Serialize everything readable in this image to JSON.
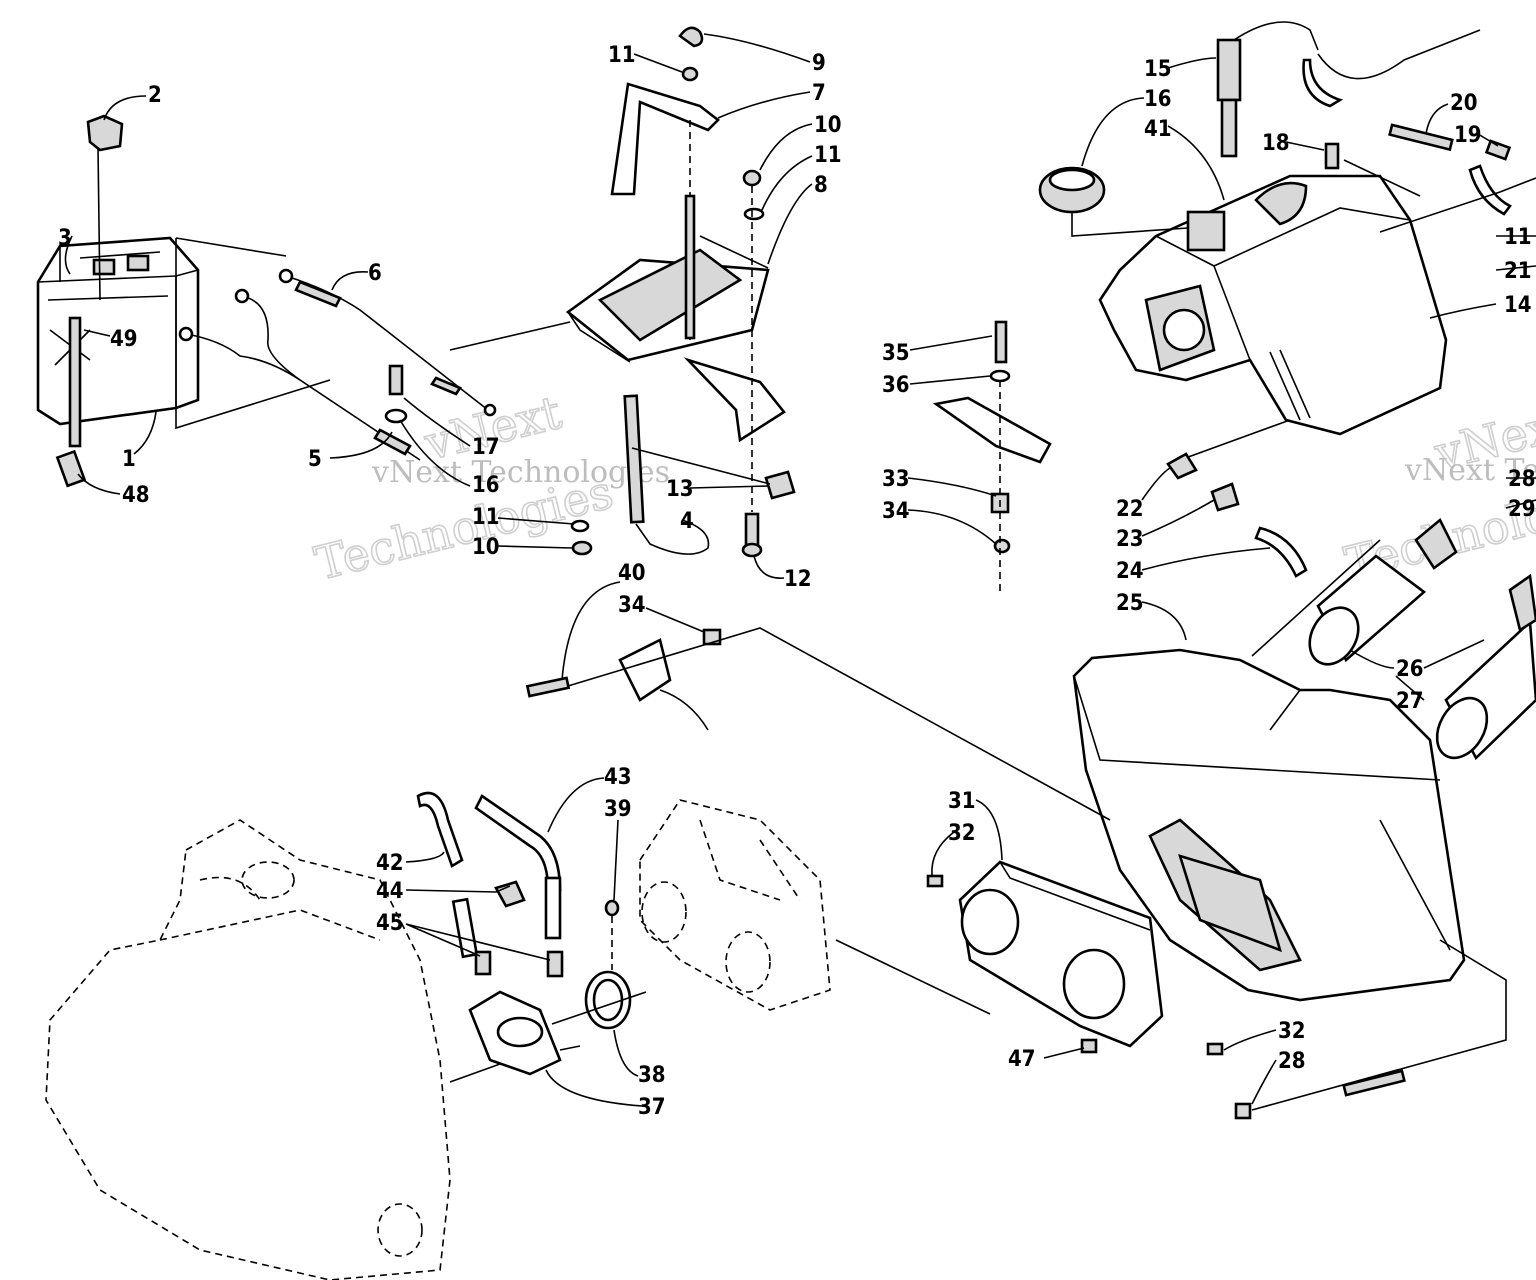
{
  "watermark": {
    "line1": "vNext",
    "line2": "Technologies",
    "small": "vNext Technologies"
  },
  "callouts": [
    {
      "id": "c2",
      "text": "2"
    },
    {
      "id": "c3",
      "text": "3"
    },
    {
      "id": "c49",
      "text": "49"
    },
    {
      "id": "c1",
      "text": "1"
    },
    {
      "id": "c48",
      "text": "48"
    },
    {
      "id": "c6",
      "text": "6"
    },
    {
      "id": "c5",
      "text": "5"
    },
    {
      "id": "c17",
      "text": "17"
    },
    {
      "id": "c16a",
      "text": "16"
    },
    {
      "id": "c11a",
      "text": "11"
    },
    {
      "id": "c10a",
      "text": "10"
    },
    {
      "id": "c11b",
      "text": "11"
    },
    {
      "id": "c9",
      "text": "9"
    },
    {
      "id": "c7",
      "text": "7"
    },
    {
      "id": "c10b",
      "text": "10"
    },
    {
      "id": "c11c",
      "text": "11"
    },
    {
      "id": "c8",
      "text": "8"
    },
    {
      "id": "c13",
      "text": "13"
    },
    {
      "id": "c4",
      "text": "4"
    },
    {
      "id": "c12",
      "text": "12"
    },
    {
      "id": "c15",
      "text": "15"
    },
    {
      "id": "c16b",
      "text": "16"
    },
    {
      "id": "c41",
      "text": "41"
    },
    {
      "id": "c18",
      "text": "18"
    },
    {
      "id": "c20",
      "text": "20"
    },
    {
      "id": "c19",
      "text": "19"
    },
    {
      "id": "c11d",
      "text": "11"
    },
    {
      "id": "c21",
      "text": "21"
    },
    {
      "id": "c14",
      "text": "14"
    },
    {
      "id": "c35",
      "text": "35"
    },
    {
      "id": "c36",
      "text": "36"
    },
    {
      "id": "c33",
      "text": "33"
    },
    {
      "id": "c34a",
      "text": "34"
    },
    {
      "id": "c22",
      "text": "22"
    },
    {
      "id": "c23",
      "text": "23"
    },
    {
      "id": "c24",
      "text": "24"
    },
    {
      "id": "c28a",
      "text": "28"
    },
    {
      "id": "c29",
      "text": "29"
    },
    {
      "id": "c25",
      "text": "25"
    },
    {
      "id": "c26",
      "text": "26"
    },
    {
      "id": "c27",
      "text": "27"
    },
    {
      "id": "c40",
      "text": "40"
    },
    {
      "id": "c34b",
      "text": "34"
    },
    {
      "id": "c43",
      "text": "43"
    },
    {
      "id": "c39",
      "text": "39"
    },
    {
      "id": "c42",
      "text": "42"
    },
    {
      "id": "c44",
      "text": "44"
    },
    {
      "id": "c45",
      "text": "45"
    },
    {
      "id": "c31",
      "text": "31"
    },
    {
      "id": "c32a",
      "text": "32"
    },
    {
      "id": "c32b",
      "text": "32"
    },
    {
      "id": "c28b",
      "text": "28"
    },
    {
      "id": "c47",
      "text": "47"
    },
    {
      "id": "c38",
      "text": "38"
    },
    {
      "id": "c37",
      "text": "37"
    }
  ]
}
